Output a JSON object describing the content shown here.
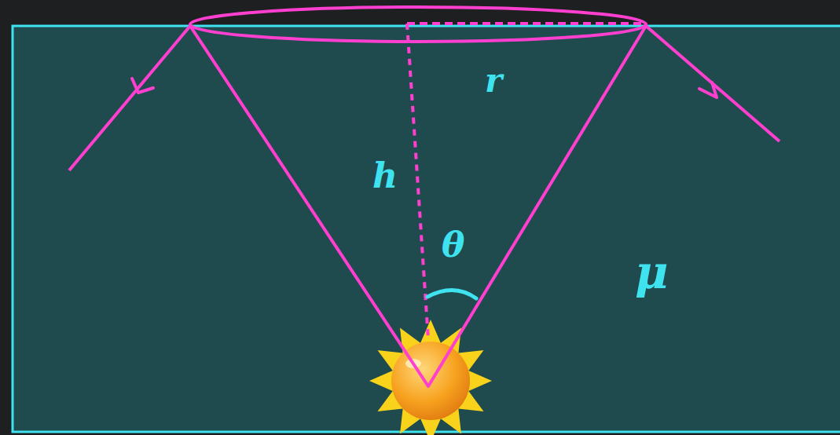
{
  "diagram": {
    "labels": [
      "r",
      "h",
      "θ",
      "μ"
    ]
  }
}
